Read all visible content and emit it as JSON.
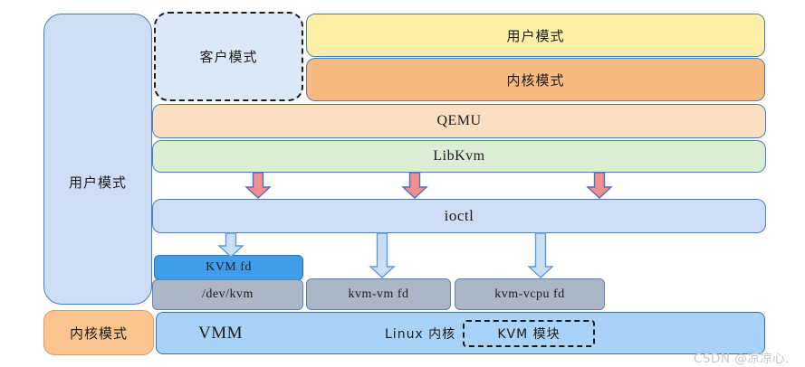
{
  "diagram": {
    "left_column": {
      "user_mode": "用户模式",
      "kernel_mode": "内核模式"
    },
    "top_row": {
      "guest_mode": "客户模式",
      "user_mode": "用户模式",
      "kernel_mode": "内核模式"
    },
    "layers": {
      "qemu": "QEMU",
      "libkvm": "LibKvm",
      "ioctl": "ioctl"
    },
    "fd_boxes": {
      "kvm_fd": "KVM fd",
      "dev_kvm": "/dev/kvm",
      "kvm_vm_fd": "kvm-vm fd",
      "kvm_vcpu_fd": "kvm-vcpu fd"
    },
    "kernel_row": {
      "vmm": "VMM",
      "linux_kernel": "Linux 内核",
      "kvm_module": "KVM 模块"
    }
  },
  "watermark": "CSDN @凉凉心.",
  "colors": {
    "panel_light_blue": "#CFDDF4",
    "guest_box_fill": "#DAE8F8",
    "user_mode_yellow": "#FDF0A6",
    "kernel_mode_orange": "#F9BA80",
    "qemu_peach": "#FBDFC3",
    "libkvm_green": "#DCEDD5",
    "kvm_fd_blue": "#3F9DE9",
    "fd_gray": "#ABB7C6",
    "bottom_sky_blue": "#A9D2F6",
    "left_kernel_orange": "#FBC48F",
    "blue_border": "#4A7EBB",
    "dark_blue_border": "#2E75B6",
    "red_arrow": "#F18F8F",
    "blue_arrow": "#C9DFF5",
    "watermark_gray": "#C8C8C8"
  }
}
